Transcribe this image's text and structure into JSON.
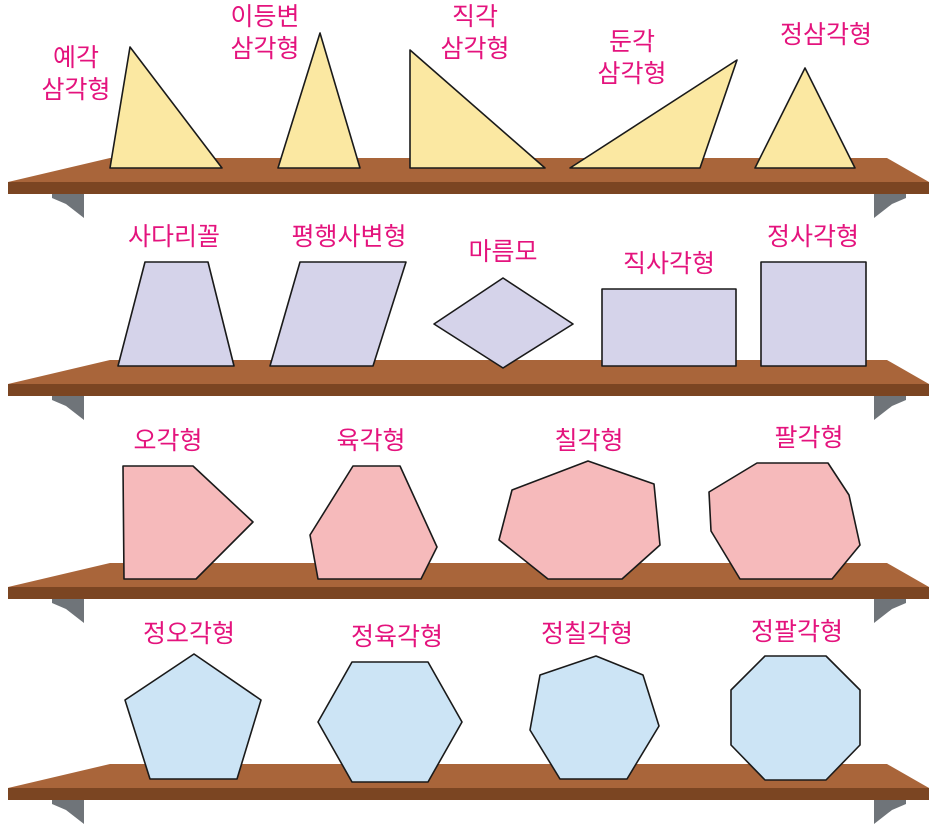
{
  "colors": {
    "label": "#e4137d",
    "shelf_top": "#a9653a",
    "shelf_front": "#7b4522",
    "bracket": "#6f7479",
    "outline": "#1a1a1a"
  },
  "shelves": [
    {
      "name": "triangles",
      "fill": "#fbe8a2",
      "shapes": [
        {
          "label_lines": [
            "예각",
            "삼각형"
          ]
        },
        {
          "label_lines": [
            "이등변",
            "삼각형"
          ]
        },
        {
          "label_lines": [
            "직각",
            "삼각형"
          ]
        },
        {
          "label_lines": [
            "둔각",
            "삼각형"
          ]
        },
        {
          "label_lines": [
            "정삼각형"
          ]
        }
      ]
    },
    {
      "name": "quadrilaterals",
      "fill": "#d5d3ea",
      "shapes": [
        {
          "label_lines": [
            "사다리꼴"
          ]
        },
        {
          "label_lines": [
            "평행사변형"
          ]
        },
        {
          "label_lines": [
            "마름모"
          ]
        },
        {
          "label_lines": [
            "직사각형"
          ]
        },
        {
          "label_lines": [
            "정사각형"
          ]
        }
      ]
    },
    {
      "name": "polygons",
      "fill": "#f6babb",
      "shapes": [
        {
          "label_lines": [
            "오각형"
          ]
        },
        {
          "label_lines": [
            "육각형"
          ]
        },
        {
          "label_lines": [
            "칠각형"
          ]
        },
        {
          "label_lines": [
            "팔각형"
          ]
        }
      ]
    },
    {
      "name": "regular-polygons",
      "fill": "#cce4f5",
      "shapes": [
        {
          "label_lines": [
            "정오각형"
          ]
        },
        {
          "label_lines": [
            "정육각형"
          ]
        },
        {
          "label_lines": [
            "정칠각형"
          ]
        },
        {
          "label_lines": [
            "정팔각형"
          ]
        }
      ]
    }
  ]
}
